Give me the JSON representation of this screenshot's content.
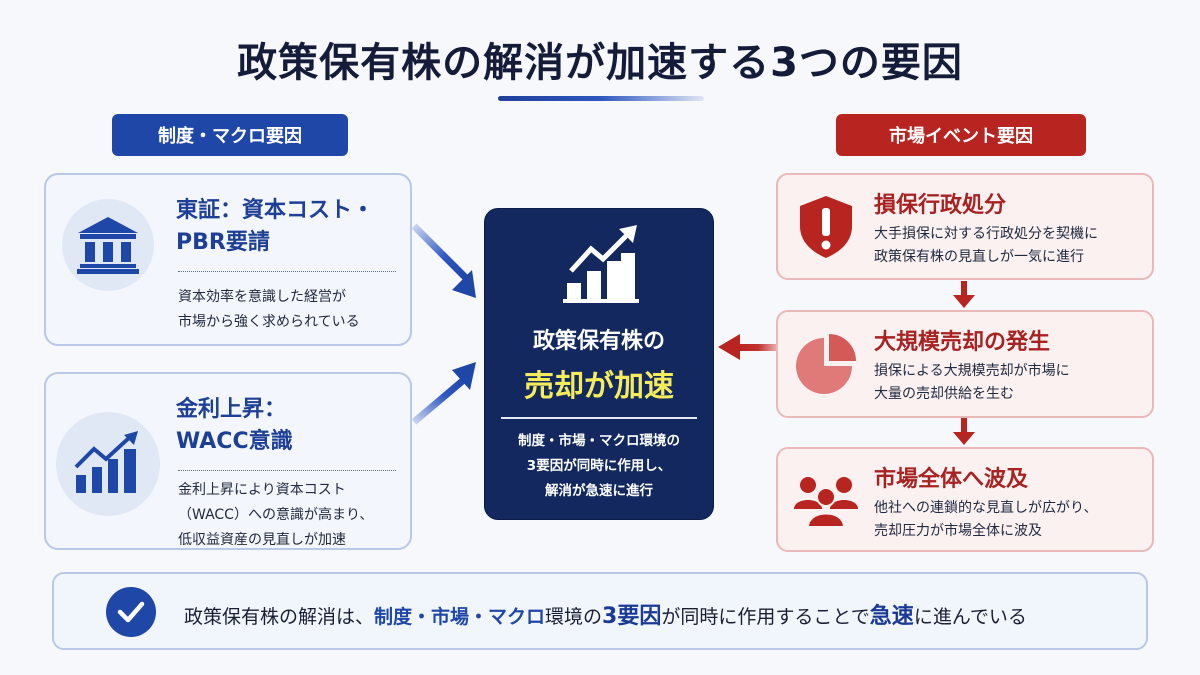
{
  "title": "政策保有株の解消が加速する3つの要因",
  "categories": {
    "left": "制度・マクロ要因",
    "right": "市場イベント要因"
  },
  "left_cards": [
    {
      "icon": "bank-building-icon",
      "title_line1": "東証：資本コスト・",
      "title_line2": "PBR要請",
      "desc_lines": [
        "資本効率を意識した経営が",
        "市場から強く求められている"
      ]
    },
    {
      "icon": "rising-chart-icon",
      "title_line1": "金利上昇：",
      "title_line2": "WACC意識",
      "desc_lines": [
        "金利上昇により資本コスト",
        "（WACC）への意識が高まり、",
        "低収益資産の見直しが加速"
      ]
    }
  ],
  "center": {
    "icon": "growth-chart-icon",
    "line1": "政策保有株の",
    "line2": "売却が加速",
    "desc_lines": [
      "制度・市場・マクロ環境の",
      "3要因が同時に作用し、",
      "解消が急速に進行"
    ],
    "highlight_color": "#f4ec5a"
  },
  "right_cards": [
    {
      "icon": "shield-alert-icon",
      "title": "損保行政処分",
      "desc_lines": [
        "大手損保に対する行政処分を契機に",
        "政策保有株の見直しが一気に進行"
      ]
    },
    {
      "icon": "pie-chart-icon",
      "title": "大規模売却の発生",
      "desc_lines": [
        "損保による大規模売却が市場に",
        "大量の売却供給を生む"
      ]
    },
    {
      "icon": "people-group-icon",
      "title": "市場全体へ波及",
      "desc_lines": [
        "他社への連鎖的な見直しが広がり、",
        "売却圧力が市場全体に波及"
      ]
    }
  ],
  "summary": {
    "icon": "check-circle-icon",
    "part1": "政策保有株の解消は、",
    "part2": "制度・市場・マクロ",
    "part3": "環境の",
    "part4": "3要因",
    "part5": "が同時に作用することで",
    "part6": "急速",
    "part7": "に進んでいる"
  },
  "colors": {
    "blue_accent": "#1f47a8",
    "red_accent": "#b82420",
    "navy_center": "#12285e",
    "yellow_highlight": "#f4ec5a"
  }
}
